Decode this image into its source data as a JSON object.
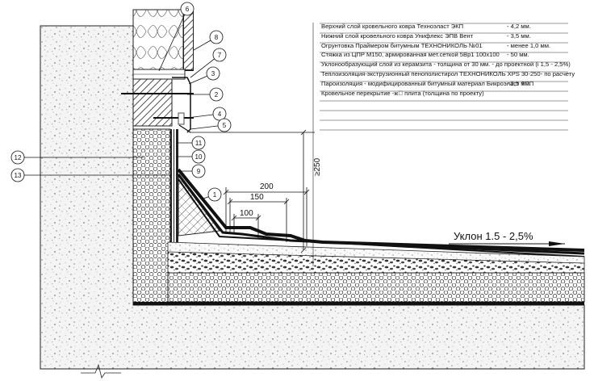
{
  "legend": {
    "rows": [
      {
        "text": "Верхний слой кровельного ковра Техноэласт ЭКП",
        "value": "- 4,2 мм."
      },
      {
        "text": "Нижний слой кровельного ковра Унифлекс ЭПВ Вент",
        "value": "- 3,5 мм."
      },
      {
        "text": "Огрунтовка Праймером битумным ТЕХНОНИКОЛЬ №01",
        "value": "- менее 1,0 мм."
      },
      {
        "text": "Стяжка из ЦПР М150, армированная мет.сеткой 5Вр1 100х100",
        "value": "- 50 мм."
      },
      {
        "text": "Уклонообразующий слой из керамзита - толщина от 30 мм. - до проектной (i 1,5 - 2,5%)",
        "value": ""
      },
      {
        "text": "Теплоизоляция-экструзионный пенополистирол ТЕХНОНИКОЛЬ XPS 30-250- по расчету",
        "value": ""
      },
      {
        "text": "Пароизоляция - модифицированный битумный материал Бикроэласт ТПП",
        "value": "- 2,5 мм."
      },
      {
        "text": "Кровельное перекрытие -ж\u0000 плита (толщина по проекту)",
        "value": ""
      }
    ]
  },
  "callouts": [
    "6",
    "8",
    "7",
    "3",
    "2",
    "4",
    "5",
    "11",
    "10",
    "9",
    "1",
    "12",
    "13"
  ],
  "dimensions": {
    "d200": "200",
    "d150": "150",
    "d100": "100",
    "d250": "≥250"
  },
  "slope_label": "Уклон 1.5 - 2,5%"
}
